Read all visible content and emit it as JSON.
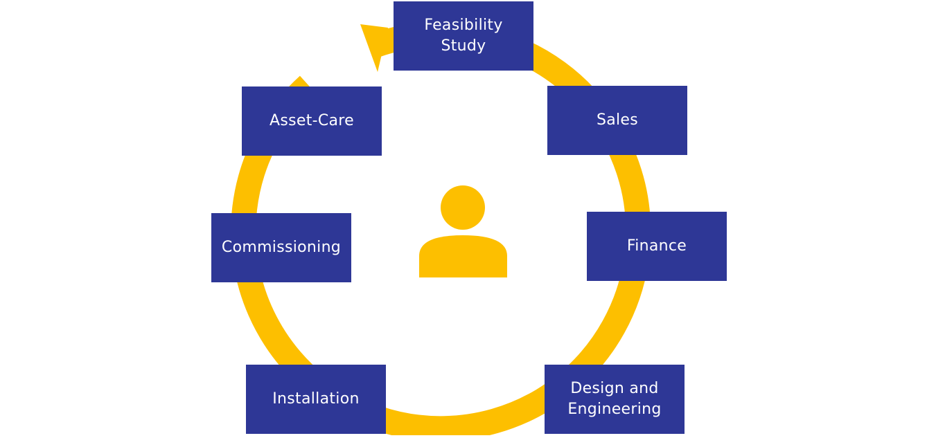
{
  "colors": {
    "ring": "#fdbf00",
    "box": "#2e3796",
    "box_text": "#ffffff",
    "person_icon": "#fdbf00"
  },
  "center_icon": "person-icon",
  "stages": [
    {
      "label": "Feasibility\nStudy"
    },
    {
      "label": "Sales"
    },
    {
      "label": "Finance"
    },
    {
      "label": "Design and\nEngineering"
    },
    {
      "label": "Installation"
    },
    {
      "label": "Commissioning"
    },
    {
      "label": "Asset-Care"
    }
  ]
}
